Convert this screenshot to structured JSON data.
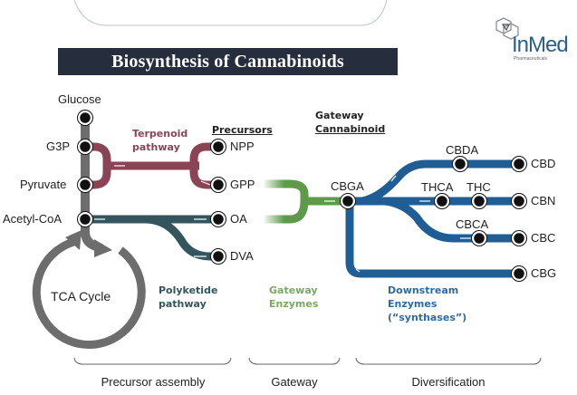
{
  "title": "Biosynthesis of Cannabinoids",
  "logo": {
    "name": "InMed",
    "subtitle": "Pharmaceuticals"
  },
  "colors": {
    "title_bg": "#262d3c",
    "metabolism": "#6d6d6d",
    "terpenoid": "#8a4456",
    "polyketide": "#34545e",
    "gateway": "#5e9a4a",
    "downstream": "#1f5d94"
  },
  "headers": {
    "precursors": "Precursors",
    "gateway_cannabinoid": [
      "Gateway",
      "Cannabinoid"
    ]
  },
  "nodes": {
    "glucose": "Glucose",
    "g3p": "G3P",
    "pyruvate": "Pyruvate",
    "acetyl_coa": "Acetyl-CoA",
    "npp": "NPP",
    "gpp": "GPP",
    "oa": "OA",
    "dva": "DVA",
    "cbga": "CBGA",
    "cbda": "CBDA",
    "thca": "THCA",
    "thc": "THC",
    "cbca": "CBCA",
    "cbd": "CBD",
    "cbn": "CBN",
    "cbc": "CBC",
    "cbg": "CBG",
    "tca": "TCA Cycle"
  },
  "pathways": {
    "terpenoid": [
      "Terpenoid",
      "pathway"
    ],
    "polyketide": [
      "Polyketide",
      "pathway"
    ],
    "gateway_enzymes": [
      "Gateway",
      "Enzymes"
    ],
    "downstream": [
      "Downstream",
      "Enzymes",
      "(“synthases”)"
    ]
  },
  "sections": [
    "Precursor assembly",
    "Gateway",
    "Diversification"
  ]
}
